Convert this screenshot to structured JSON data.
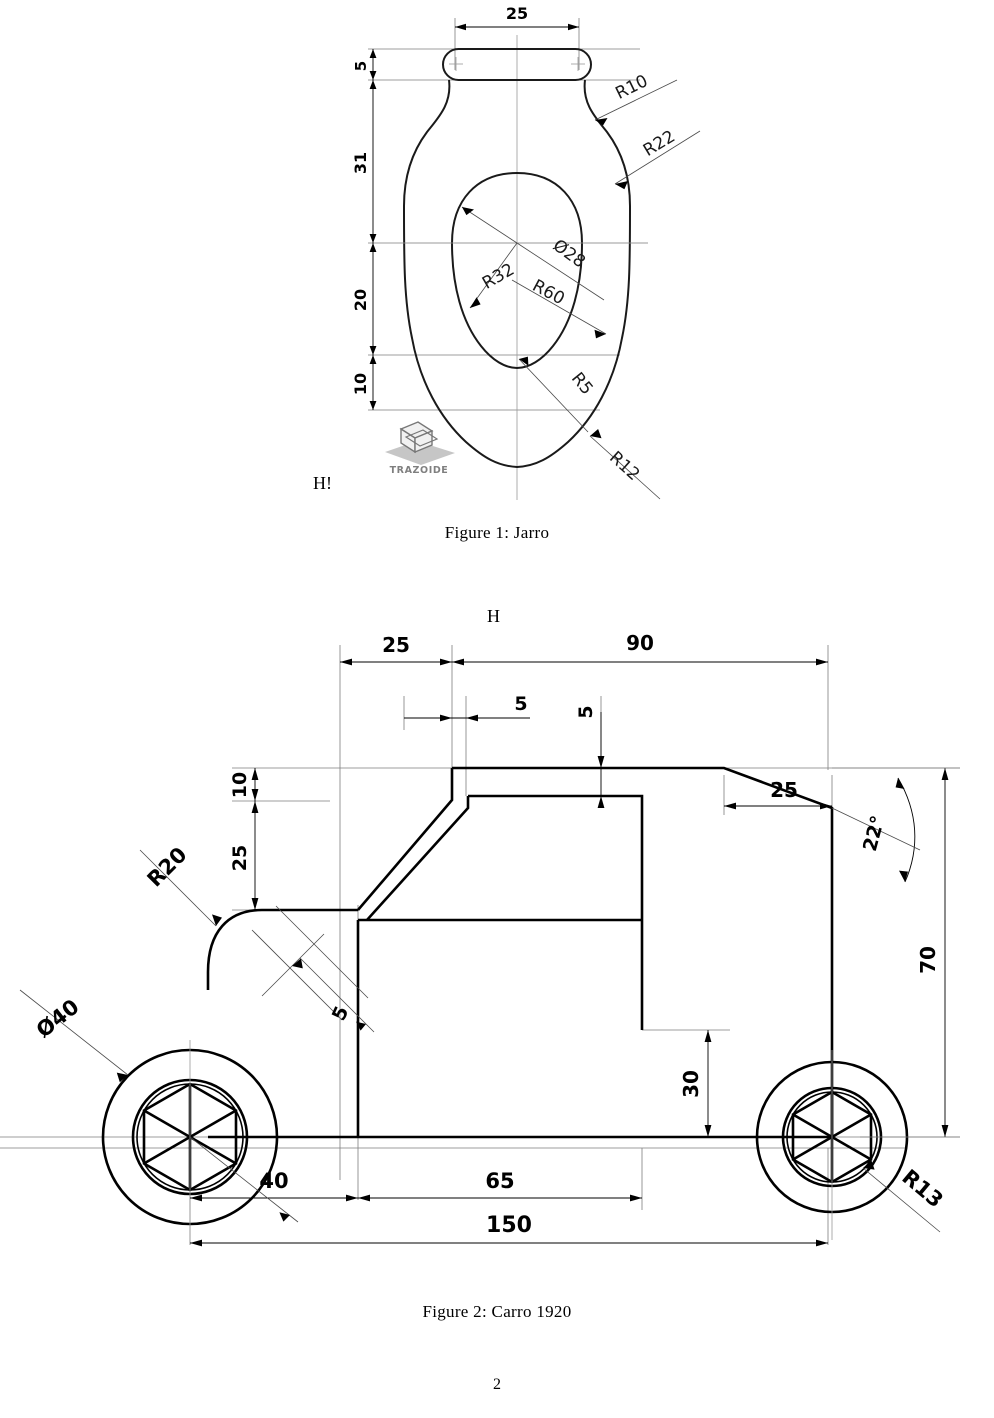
{
  "document": {
    "page_number": "2",
    "margin_letters": [
      {
        "id": "h-exclaim",
        "text": "H!"
      },
      {
        "id": "h-letter",
        "text": "H"
      }
    ]
  },
  "figure1": {
    "caption": "Figure 1:  Jarro",
    "title": "Jarro",
    "watermark": "TRAZOIDE",
    "dimensions": {
      "top_width": "25",
      "rim_height": "5",
      "neck_height": "31",
      "belly_height": "20",
      "base_height": "10",
      "fillet_neck": "R10",
      "radius_shoulder": "R22",
      "bore_diameter": "Ø28",
      "radius_inner_left": "R32",
      "radius_inner_lower": "R60",
      "radius_small": "R5",
      "radius_base": "R12"
    },
    "labels": [
      {
        "name": "width-25",
        "text": "25"
      },
      {
        "name": "height-5",
        "text": "5"
      },
      {
        "name": "height-31",
        "text": "31"
      },
      {
        "name": "height-20",
        "text": "20"
      },
      {
        "name": "height-10",
        "text": "10"
      },
      {
        "name": "radius-r10",
        "text": "R10"
      },
      {
        "name": "radius-r22",
        "text": "R22"
      },
      {
        "name": "diameter-d28",
        "text": "Ø28"
      },
      {
        "name": "radius-r32",
        "text": "R32"
      },
      {
        "name": "radius-r60",
        "text": "R60"
      },
      {
        "name": "radius-r5",
        "text": "R5"
      },
      {
        "name": "radius-r12",
        "text": "R12"
      }
    ]
  },
  "figure2": {
    "caption": "Figure 2:  Carro 1920",
    "title": "Carro 1920",
    "dimensions": {
      "front_overhang": "25",
      "body_length": "90",
      "pillar_thickness_h": "5",
      "roof_thickness_v": "5",
      "hood_height": "10",
      "cowl_height": "25",
      "rear_slope_run": "25",
      "rear_slope_angle": "22°",
      "overall_height": "70",
      "body_depth": "30",
      "wheelbase_front": "40",
      "wheelbase_mid": "65",
      "overall_length": "150",
      "fender_radius": "R20",
      "body_thickness": "5",
      "wheel_diameter": "Ø40",
      "hub_radius": "R13"
    },
    "labels": [
      {
        "name": "dim-25-front",
        "text": "25"
      },
      {
        "name": "dim-90",
        "text": "90"
      },
      {
        "name": "dim-5-horizontal",
        "text": "5"
      },
      {
        "name": "dim-5-vertical",
        "text": "5"
      },
      {
        "name": "dim-10",
        "text": "10"
      },
      {
        "name": "dim-25-cowl",
        "text": "25"
      },
      {
        "name": "dim-25-rear",
        "text": "25"
      },
      {
        "name": "dim-22-deg",
        "text": "22°"
      },
      {
        "name": "dim-70",
        "text": "70"
      },
      {
        "name": "dim-30",
        "text": "30"
      },
      {
        "name": "dim-40",
        "text": "40"
      },
      {
        "name": "dim-65",
        "text": "65"
      },
      {
        "name": "dim-150",
        "text": "150"
      },
      {
        "name": "radius-r20",
        "text": "R20"
      },
      {
        "name": "thickness-5",
        "text": "5"
      },
      {
        "name": "diameter-d40",
        "text": "Ø40"
      },
      {
        "name": "radius-r13",
        "text": "R13"
      }
    ]
  }
}
